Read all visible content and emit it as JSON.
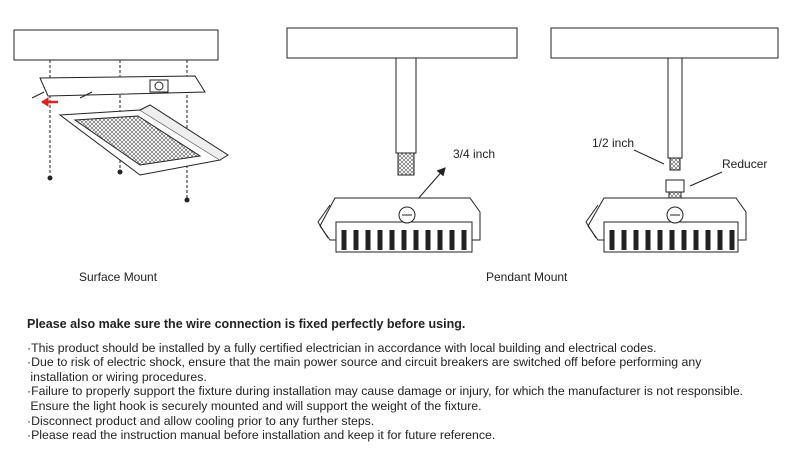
{
  "captions": {
    "surface": "Surface Mount",
    "pendant": "Pendant Mount",
    "three_quarter": "3/4 inch",
    "half": "1/2 inch",
    "reducer": "Reducer"
  },
  "notes": {
    "heading": "Please also make sure the wire connection is fixed perfectly before using.",
    "items": [
      "·This product should be installed by a fully certified electrician in accordance with local building and electrical codes.",
      "·Due to risk of electric shock, ensure that the main power source and circuit breakers are switched off before performing any\n installation or wiring procedures.",
      "·Failure to properly support the fixture during installation may cause damage or injury, for which the manufacturer is not responsible.\n Ensure the light hook is securely mounted and will support the weight of the fixture.",
      "·Disconnect product and allow cooling prior to any further steps.",
      "·Please read the instruction manual before installation and keep it for future reference."
    ]
  }
}
